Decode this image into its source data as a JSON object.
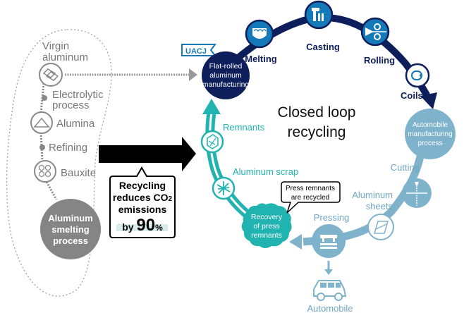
{
  "colors": {
    "navy": "#0e1e5b",
    "blue": "#1379b8",
    "lightblue": "#7fb3cc",
    "teal": "#20b3b0",
    "gray": "#777777",
    "darkgray": "#888888",
    "black": "#000000"
  },
  "virgin_chain": {
    "virgin_label_1": "Virgin",
    "virgin_label_2": "aluminum",
    "electrolytic_1": "Electrolytic",
    "electrolytic_2": "process",
    "alumina": "Alumina",
    "refining": "Refining",
    "bauxite": "Bauxite",
    "smelting_1": "Aluminum",
    "smelting_2": "smelting",
    "smelting_3": "process"
  },
  "callout_co2": {
    "line1": "Recycling",
    "line2": "reduces CO",
    "line2_sub": "2",
    "line3": "emissions",
    "line4_prefix": "by",
    "line4_value": "90",
    "line4_unit": "%"
  },
  "loop": {
    "center_1": "Closed loop",
    "center_2": "recycling",
    "uacj": "UACJ",
    "flat_rolled_1": "Flat-rolled",
    "flat_rolled_2": "aluminum",
    "flat_rolled_3": "manufacturing",
    "melting": "Melting",
    "casting": "Casting",
    "rolling": "Rolling",
    "coils": "Coils",
    "auto_mfg_1": "Automobile",
    "auto_mfg_2": "manufacturing",
    "auto_mfg_3": "process",
    "cutting": "Cutting",
    "sheets_1": "Aluminum",
    "sheets_2": "sheets",
    "pressing": "Pressing",
    "automobile": "Automobile",
    "recovery_1": "Recovery",
    "recovery_2": "of press",
    "recovery_3": "remnants",
    "press_callout_1": "Press remnants",
    "press_callout_2": "are recycled",
    "aluminum_scrap": "Aluminum scrap",
    "remnants": "Remnants"
  }
}
